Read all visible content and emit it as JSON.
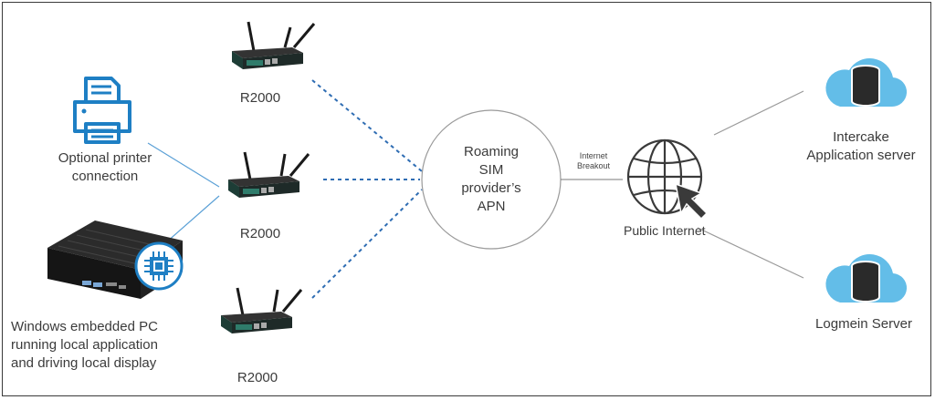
{
  "nodes": {
    "printer_label": [
      "Optional printer",
      "connection"
    ],
    "pc_label": [
      "Windows embedded PC",
      "running local application",
      "and driving local display"
    ],
    "router_top_label": "R2000",
    "router_mid_label": "R2000",
    "router_bottom_label": "R2000",
    "apn_label": [
      "Roaming",
      "SIM",
      "provider’s",
      "APN"
    ],
    "breakout_label": [
      "Internet",
      "Breakout"
    ],
    "internet_label": "Public Internet",
    "intercake_label": [
      "Intercake",
      "Application server"
    ],
    "logmein_label": "Logmein Server"
  },
  "colors": {
    "blue_icon": "#1e7fc4",
    "cloud_blue": "#63bde8",
    "dotted_blue": "#2f6db3",
    "line_blue": "#5aa0d6",
    "line_gray": "#9a9a9a"
  }
}
